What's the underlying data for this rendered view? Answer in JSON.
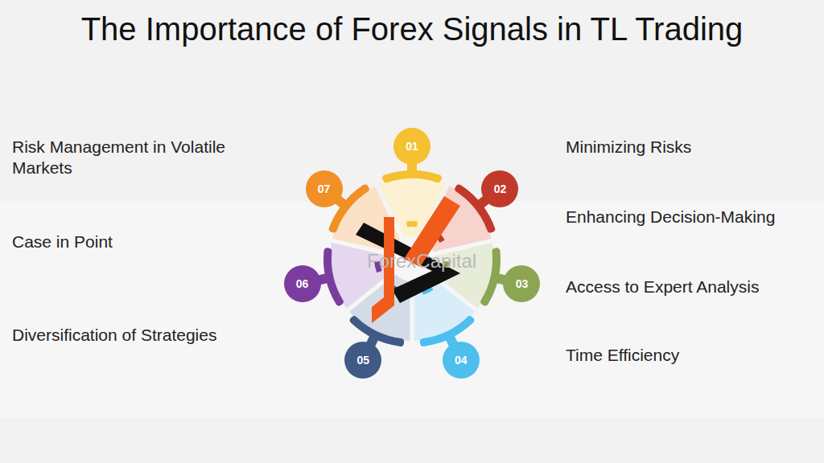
{
  "diagram": {
    "title": "The Importance of Forex Signals in TL Trading",
    "nodes": [
      {
        "text": [
          "01"
        ]
      },
      {
        "text": [
          "02"
        ]
      },
      {
        "text": [
          "03"
        ]
      },
      {
        "text": [
          "04"
        ]
      },
      {
        "text": [
          "05"
        ]
      },
      {
        "text": [
          "06"
        ]
      },
      {
        "text": [
          "07"
        ]
      }
    ],
    "labels": [
      "Minimizing Risks",
      "Enhancing Decision-Making",
      "Access to Expert Analysis",
      "Time Efficiency",
      "Diversification of Strategies",
      "Case in Point",
      "Risk Management in Volatile Markets",
      "ForexCapital"
    ]
  }
}
